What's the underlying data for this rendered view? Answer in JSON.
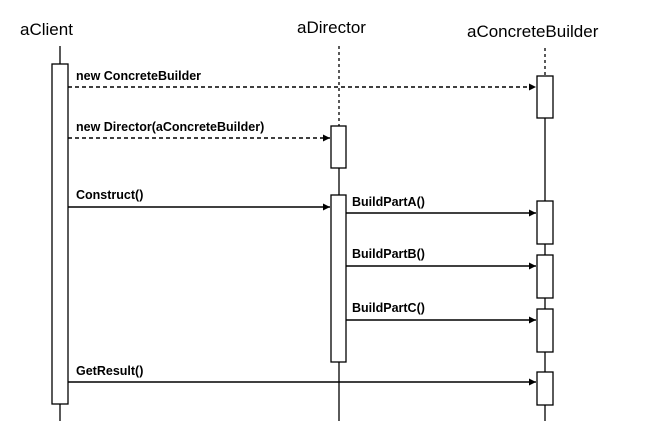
{
  "participants": {
    "client": "aClient",
    "director": "aDirector",
    "builder": "aConcreteBuilder"
  },
  "messages": {
    "new_builder": "new ConcreteBuilder",
    "new_director": "new Director(aConcreteBuilder)",
    "construct": "Construct()",
    "build_a": "BuildPartA()",
    "build_b": "BuildPartB()",
    "build_c": "BuildPartC()",
    "get_result": "GetResult()"
  }
}
